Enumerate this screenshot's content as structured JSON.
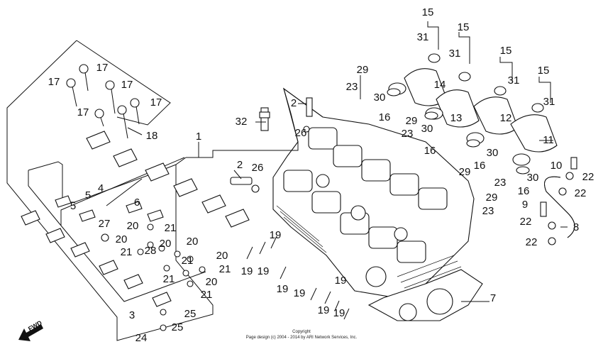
{
  "diagram": {
    "callouts": [
      {
        "id": "c15a",
        "text": "15"
      },
      {
        "id": "c15b",
        "text": "15"
      },
      {
        "id": "c15c",
        "text": "15"
      },
      {
        "id": "c15d",
        "text": "15"
      },
      {
        "id": "c31a",
        "text": "31"
      },
      {
        "id": "c31b",
        "text": "31"
      },
      {
        "id": "c31c",
        "text": "31"
      },
      {
        "id": "c31d",
        "text": "31"
      },
      {
        "id": "c14",
        "text": "14"
      },
      {
        "id": "c13",
        "text": "13"
      },
      {
        "id": "c12",
        "text": "12"
      },
      {
        "id": "c11",
        "text": "11"
      },
      {
        "id": "c29a",
        "text": "29"
      },
      {
        "id": "c29b",
        "text": "29"
      },
      {
        "id": "c29c",
        "text": "29"
      },
      {
        "id": "c29d",
        "text": "29"
      },
      {
        "id": "c23a",
        "text": "23"
      },
      {
        "id": "c23b",
        "text": "23"
      },
      {
        "id": "c23c",
        "text": "23"
      },
      {
        "id": "c23d",
        "text": "23"
      },
      {
        "id": "c30a",
        "text": "30"
      },
      {
        "id": "c30b",
        "text": "30"
      },
      {
        "id": "c30c",
        "text": "30"
      },
      {
        "id": "c30d",
        "text": "30"
      },
      {
        "id": "c16a",
        "text": "16"
      },
      {
        "id": "c16b",
        "text": "16"
      },
      {
        "id": "c16c",
        "text": "16"
      },
      {
        "id": "c16d",
        "text": "16"
      },
      {
        "id": "c2a",
        "text": "2"
      },
      {
        "id": "c2b",
        "text": "2"
      },
      {
        "id": "c26a",
        "text": "26"
      },
      {
        "id": "c26b",
        "text": "26"
      },
      {
        "id": "c32",
        "text": "32"
      },
      {
        "id": "c1",
        "text": "1"
      },
      {
        "id": "c17a",
        "text": "17"
      },
      {
        "id": "c17b",
        "text": "17"
      },
      {
        "id": "c17c",
        "text": "17"
      },
      {
        "id": "c17d",
        "text": "17"
      },
      {
        "id": "c17e",
        "text": "17"
      },
      {
        "id": "c18",
        "text": "18"
      },
      {
        "id": "c10",
        "text": "10"
      },
      {
        "id": "c22a",
        "text": "22"
      },
      {
        "id": "c22b",
        "text": "22"
      },
      {
        "id": "c22c",
        "text": "22"
      },
      {
        "id": "c22d",
        "text": "22"
      },
      {
        "id": "c9",
        "text": "9"
      },
      {
        "id": "c8",
        "text": "8"
      },
      {
        "id": "c7",
        "text": "7"
      },
      {
        "id": "c4",
        "text": "4"
      },
      {
        "id": "c5a",
        "text": "5"
      },
      {
        "id": "c5b",
        "text": "5"
      },
      {
        "id": "c6",
        "text": "6"
      },
      {
        "id": "c27",
        "text": "27"
      },
      {
        "id": "c20a",
        "text": "20"
      },
      {
        "id": "c20b",
        "text": "20"
      },
      {
        "id": "c20c",
        "text": "20"
      },
      {
        "id": "c20d",
        "text": "20"
      },
      {
        "id": "c20e",
        "text": "20"
      },
      {
        "id": "c20f",
        "text": "20"
      },
      {
        "id": "c21a",
        "text": "21"
      },
      {
        "id": "c21b",
        "text": "21"
      },
      {
        "id": "c21c",
        "text": "21"
      },
      {
        "id": "c21d",
        "text": "21"
      },
      {
        "id": "c21e",
        "text": "21"
      },
      {
        "id": "c21f",
        "text": "21"
      },
      {
        "id": "c28",
        "text": "28"
      },
      {
        "id": "c19a",
        "text": "19"
      },
      {
        "id": "c19b",
        "text": "19"
      },
      {
        "id": "c19c",
        "text": "19"
      },
      {
        "id": "c19d",
        "text": "19"
      },
      {
        "id": "c19e",
        "text": "19"
      },
      {
        "id": "c19f",
        "text": "19"
      },
      {
        "id": "c19g",
        "text": "19"
      },
      {
        "id": "c19h",
        "text": "19"
      },
      {
        "id": "c3",
        "text": "3"
      },
      {
        "id": "c24",
        "text": "24"
      },
      {
        "id": "c25a",
        "text": "25"
      },
      {
        "id": "c25b",
        "text": "25"
      }
    ],
    "fwd_label": "FWD",
    "copyright_line1": "Copyright",
    "copyright_line2": "Page design (c) 2004 - 2014 by ARI Network Services, Inc."
  }
}
